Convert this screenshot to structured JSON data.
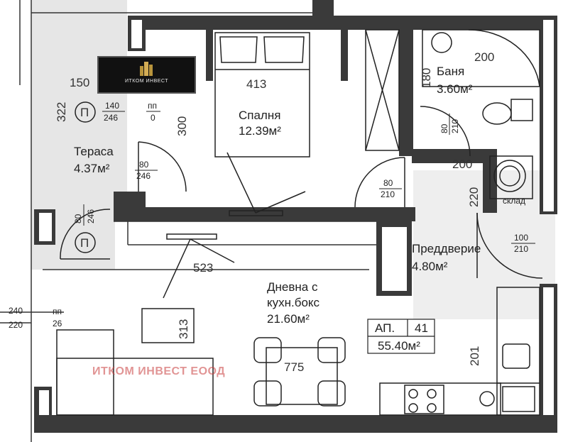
{
  "rooms": {
    "bedroom": {
      "name": "Спалня",
      "area": "12.39м²",
      "dim": "413",
      "height_dim": "300"
    },
    "bathroom": {
      "name": "Баня",
      "area": "3.60м²",
      "dim_a": "200",
      "dim_b": "180"
    },
    "terrace": {
      "name": "Тераса",
      "area": "4.37м²",
      "dim_a": "150",
      "dim_b": "322"
    },
    "hall": {
      "name": "Преддверие",
      "area": "4.80м²",
      "dim_a": "200",
      "dim_b": "220"
    },
    "living": {
      "name_line1": "Дневна с",
      "name_line2": "кухн.бокс",
      "area": "21.60м²",
      "dim_a": "523",
      "dim_b": "775",
      "dim_c": "313"
    },
    "storage": {
      "name": "склад"
    }
  },
  "doors": {
    "bath": {
      "w": "80",
      "h": "210"
    },
    "bedroom": {
      "w": "80",
      "h": "210"
    },
    "terrace": {
      "w": "80",
      "h": "246"
    },
    "entrance": {
      "w": "100",
      "h": "210"
    },
    "window_left": {
      "w": "80",
      "h": "246"
    },
    "window_top": {
      "w": "140",
      "h": "246",
      "pp_label": "пп",
      "pp_value": "0"
    }
  },
  "left_dims": {
    "a": "240",
    "b": "220",
    "pp": "пп",
    "pp_value": "26"
  },
  "misc_dims": {
    "wall_201": "201"
  },
  "apartment": {
    "label": "АП.",
    "number": "41",
    "area": "55.40м²"
  },
  "markers": {
    "p_symbol": "П"
  },
  "logo": {
    "text": "ИТКОМ ИНВЕСТ"
  },
  "watermark": {
    "text": "ИТКОМ ИНВЕСТ ЕООД"
  }
}
